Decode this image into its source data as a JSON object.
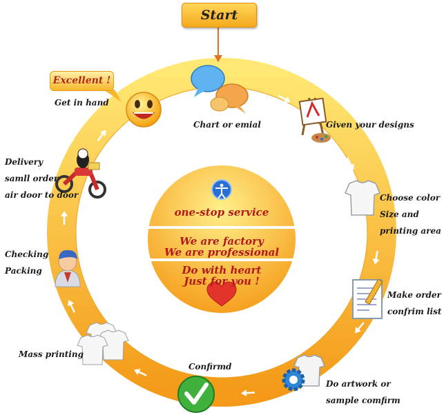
{
  "start_label": "Start",
  "excellent_label": "Excellent !",
  "steps": {
    "chart": "Chart or emial",
    "designs": "Given your designs",
    "choose": [
      "Choose color",
      "Size and",
      "printing area"
    ],
    "order": [
      "Make order",
      "confrim list"
    ],
    "artwork": [
      "Do artwork or",
      "sample comfirm"
    ],
    "confirmd": "Confirmd",
    "mass": "Mass printing",
    "checking": [
      "Checking",
      "Packing"
    ],
    "delivery": [
      "Delivery",
      "samll order",
      "air door to door"
    ],
    "get_in_hand": "Get in hand"
  },
  "center": {
    "service": "one-stop service",
    "factory": [
      "We are factory",
      "We are professional"
    ],
    "heart": [
      "Do with heart",
      "Just for you  !"
    ]
  },
  "colors": {
    "ring": "#f7b62a",
    "accent_text": "#b3191a",
    "arrow": "#ffffff"
  },
  "icons": [
    "chat-bubbles-icon",
    "easel-icon",
    "tshirt-icon",
    "document-pencil-icon",
    "gear-tshirt-icon",
    "checkmark-icon",
    "stacked-tshirts-icon",
    "person-icon",
    "motorbike-icon",
    "smiley-icon",
    "accessibility-icon",
    "heart-icon"
  ]
}
